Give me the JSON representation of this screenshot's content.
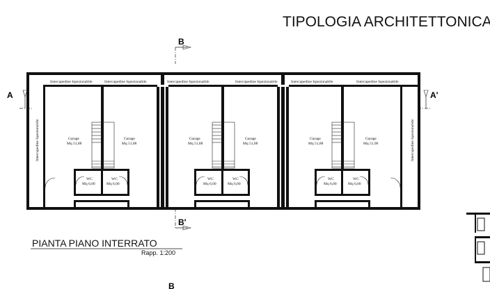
{
  "title": "TIPOLOGIA ARCHITETTONICA",
  "section_marks": {
    "a_left": "A",
    "a_right": "A'",
    "b_top": "B",
    "b_bottom": "B'",
    "b_next": "B"
  },
  "plan_label": "PIANTA PIANO INTERRATO",
  "scale_label": "Rapp. 1:200",
  "intercapedine_label": "Intercapedine Ispezionabile",
  "garage_label": "Garage",
  "garage_left_area": "Mq 51,88",
  "garage_right_area_1": "Mq 51,88",
  "garage_right_area_2": "Mq 51,88",
  "garage_right_area_3": "Mq 51,90",
  "wc_label": "WC",
  "wc_area": "Mq 6,00"
}
